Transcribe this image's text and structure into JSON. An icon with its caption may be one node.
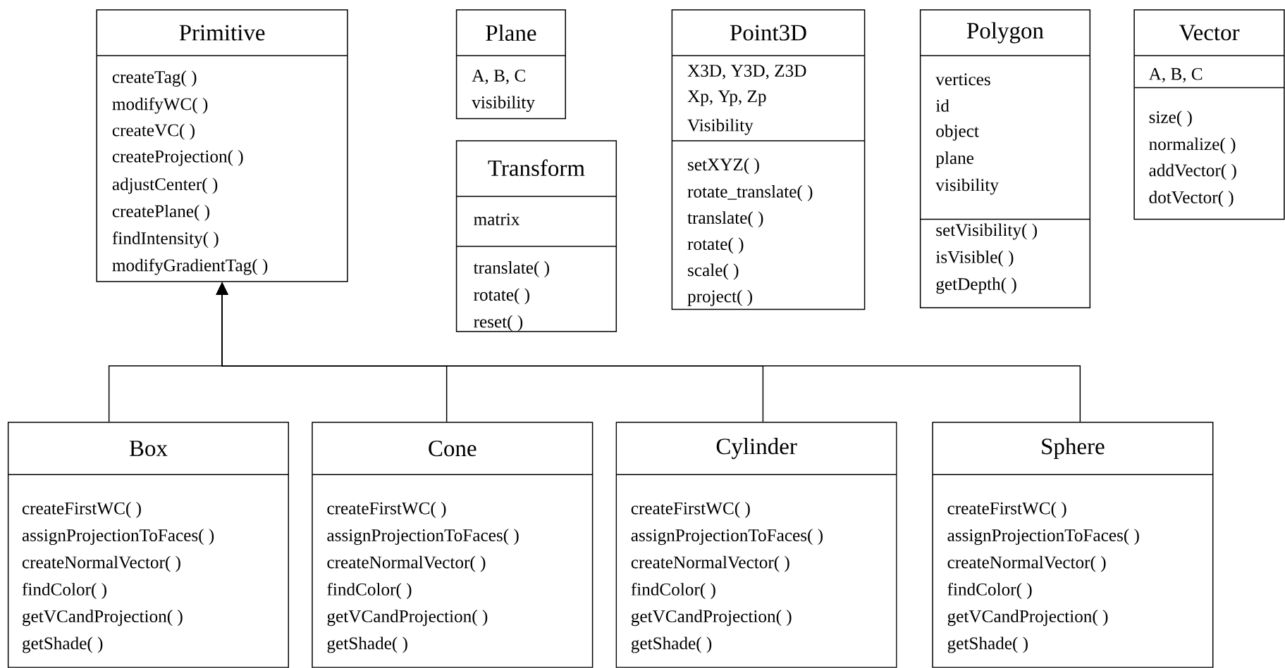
{
  "diagram": {
    "nodes": [
      {
        "text": [
          "Primitive",
          "createTag( )",
          "modifyWC( )",
          "createVC( )",
          "createProjection( )",
          "adjustCenter( )",
          "createPlane( )",
          "findIntensity( )",
          "modifyGradientTag( )"
        ]
      },
      {
        "text": [
          "Plane",
          "A, B, C",
          "visibility"
        ]
      },
      {
        "text": [
          "Transform",
          "matrix",
          "translate( )",
          "rotate( )",
          "reset( )"
        ]
      },
      {
        "text": [
          "Point3D",
          "X3D, Y3D, Z3D",
          "Xp, Yp, Zp",
          "Visibility",
          "setXYZ( )",
          "rotate_translate( )",
          "translate( )",
          "rotate( )",
          "scale( )",
          "project( )"
        ]
      },
      {
        "text": [
          "Polygon",
          "vertices",
          "id",
          "object",
          "plane",
          "visibility",
          "setVisibility( )",
          "isVisible( )",
          "getDepth( )"
        ]
      },
      {
        "text": [
          "Vector",
          "A, B, C",
          "size( )",
          "normalize( )",
          "addVector( )",
          "dotVector( )"
        ]
      },
      {
        "text": [
          "Box",
          "createFirstWC( )",
          "assignProjectionToFaces( )",
          "createNormalVector( )",
          "findColor( )",
          "getVCandProjection( )",
          "getShade( )"
        ]
      },
      {
        "text": [
          "Cone",
          "createFirstWC( )",
          "assignProjectionToFaces( )",
          "createNormalVector( )",
          "findColor( )",
          "getVCandProjection( )",
          "getShade( )"
        ]
      },
      {
        "text": [
          "Cylinder",
          "createFirstWC( )",
          "assignProjectionToFaces( )",
          "createNormalVector( )",
          "findColor( )",
          "getVCandProjection( )",
          "getShade( )"
        ]
      },
      {
        "text": [
          "Sphere",
          "createFirstWC( )",
          "assignProjectionToFaces( )",
          "createNormalVector( )",
          "findColor( )",
          "getVCandProjection( )",
          "getShade( )"
        ]
      }
    ],
    "edges": [
      {
        "from": 6,
        "to": 0,
        "arrow": "to"
      },
      {
        "from": 7,
        "to": 0,
        "arrow": "to"
      },
      {
        "from": 8,
        "to": 0,
        "arrow": "to"
      },
      {
        "from": 9,
        "to": 0,
        "arrow": "to"
      }
    ]
  }
}
